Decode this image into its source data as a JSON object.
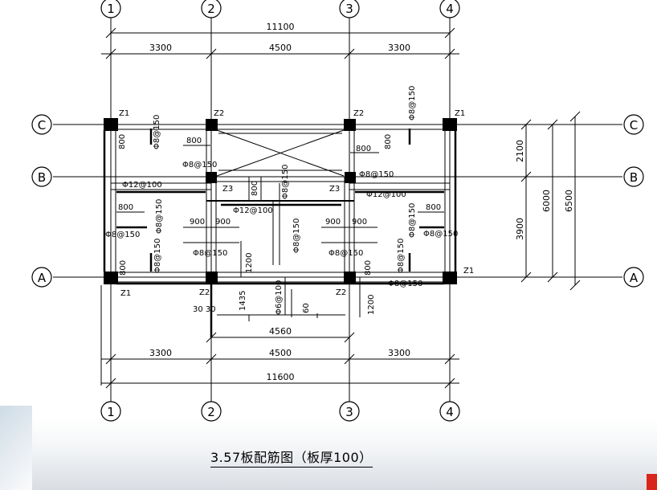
{
  "title": "3.57板配筋图（板厚100）",
  "axes": {
    "vertical": [
      "1",
      "2",
      "3",
      "4"
    ],
    "horizontal": [
      "C",
      "B",
      "A"
    ]
  },
  "dims": {
    "top_total": "11100",
    "top_spans": [
      "3300",
      "4500",
      "3300"
    ],
    "bottom_total": "11600",
    "bottom_spans": [
      "3300",
      "4500",
      "3300"
    ],
    "bottom_4560": "4560",
    "right": [
      "2100",
      "3900",
      "6000",
      "6500"
    ]
  },
  "columns": {
    "z1_tl": "Z1",
    "z2_t2": "Z2",
    "z2_t3": "Z2",
    "z1_tr": "Z1",
    "z3_l": "Z3",
    "z3_r": "Z3",
    "z1_bl": "Z1",
    "z2_b2": "Z2",
    "z2_b3": "Z2",
    "z1_br": "Z1"
  },
  "rebar": {
    "r_tl_v": "Φ8@150",
    "r_tl_800": "800",
    "r_tl_c800": "800",
    "r_tl_8150": "Φ8@150",
    "r_top_v": "Φ8@150",
    "r_tr_800": "800",
    "r_tr_v800": "800",
    "r_b_8150_r": "Φ8@150",
    "r_b_v800": "800",
    "r_b_v8150": "Φ8@150",
    "r_12100_l": "Φ12@100",
    "r_12100_r": "Φ12@100",
    "r_12100_c": "Φ12@100",
    "r_ml_800": "800",
    "r_ml_v": "Φ8@150",
    "r_ml_h": "Φ8@150",
    "r_mr_800": "800",
    "r_mr_v": "Φ8@150",
    "r_mr_h": "Φ8@150",
    "r_900_1": "900",
    "r_900_2": "900",
    "r_900_3": "900",
    "r_900_4": "900",
    "r_c_v8150": "Φ8@150",
    "r_cl_h": "Φ8@150",
    "r_cr_h": "Φ8@150",
    "r_c_1200": "1200",
    "r_bl_800": "800",
    "r_bl_v": "Φ8@150",
    "r_br_800": "800",
    "r_br_v": "Φ8@150",
    "r_br_8150": "Φ8@150",
    "r_1435": "1435",
    "r_6100": "Φ6@100",
    "r_60": "60",
    "r_1200b": "1200",
    "r_3030": "30 30"
  },
  "colors": {
    "ink": "#000000",
    "red_mark": "#d9261c"
  }
}
